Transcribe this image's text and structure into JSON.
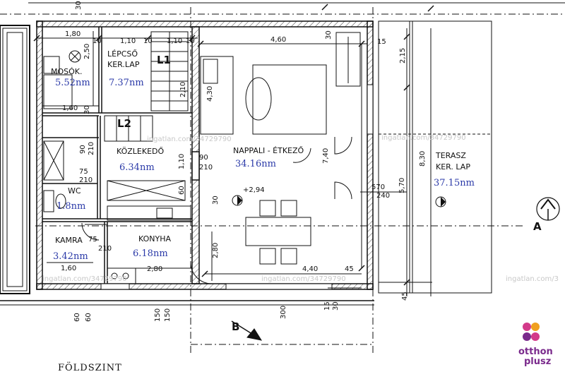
{
  "floor_title": "FÖLDSZINT",
  "rooms": {
    "mosok": {
      "name": "MOSÓK.",
      "area": "5.52nm"
    },
    "lepcso": {
      "name1": "LÉPCSŐ",
      "name2": "KER.LAP",
      "area": "7.37nm"
    },
    "kozlekedo": {
      "name": "KÖZLEKEDŐ",
      "area": "6.34nm"
    },
    "nappali": {
      "name": "NAPPALI - ÉTKEZŐ",
      "area": "34.16nm"
    },
    "wc": {
      "name": "WC",
      "area": "1.8nm"
    },
    "kamra": {
      "name": "KAMRA",
      "area": "3.42nm"
    },
    "konyha": {
      "name": "KONYHA",
      "area": "6.18nm"
    },
    "terasz": {
      "name1": "TERASZ",
      "name2": "KER. LAP",
      "area": "37.15nm"
    }
  },
  "level_marks": {
    "l1": "L1",
    "l2": "L2",
    "height": "+2,94"
  },
  "section_marks": {
    "a": "A",
    "b": "B"
  },
  "dimensions": {
    "d_180": "1,80",
    "d_110a": "1,10",
    "d_110b": "1,10",
    "d_10a": "10",
    "d_10b": "10",
    "d_10c": "10",
    "d_30top": "30",
    "d_460": "4,60",
    "d_30r": "30",
    "d_15": "15",
    "d_215": "2,15",
    "d_250": "2,50",
    "d_430": "4,30",
    "d_210v": "2,10",
    "d_160": "1,60",
    "d_30l": "30",
    "d_90a": "90",
    "d_210a": "210",
    "d_110v": "1,10",
    "d_90b": "90",
    "d_210b": "210",
    "d_740": "7,40",
    "d_830": "8,30",
    "d_570a": "570",
    "d_240": "240",
    "d_570b": "5,70",
    "d_75a": "75",
    "d_210c": "210",
    "d_60": "60",
    "d_30b": "30",
    "d_75b": "75",
    "d_210d": "210",
    "d_280v": "2,80",
    "d_160b": "1,60",
    "d_280": "2,80",
    "d_440": "4,40",
    "d_45a": "45",
    "d_45b": "45",
    "d_150a": "150",
    "d_150b": "150",
    "d_60a": "60",
    "d_60b": "60",
    "d_300": "300",
    "d_15b": "15",
    "d_30c": "30"
  },
  "watermarks": [
    "ingatlan.com/34729790",
    "ingatlan.com/34729790",
    "ingatlan.com/34729790",
    "ingatlan.com/34729790",
    "ingatlan.com/3"
  ],
  "logo": {
    "line1": "otthon",
    "line2": "plusz"
  }
}
